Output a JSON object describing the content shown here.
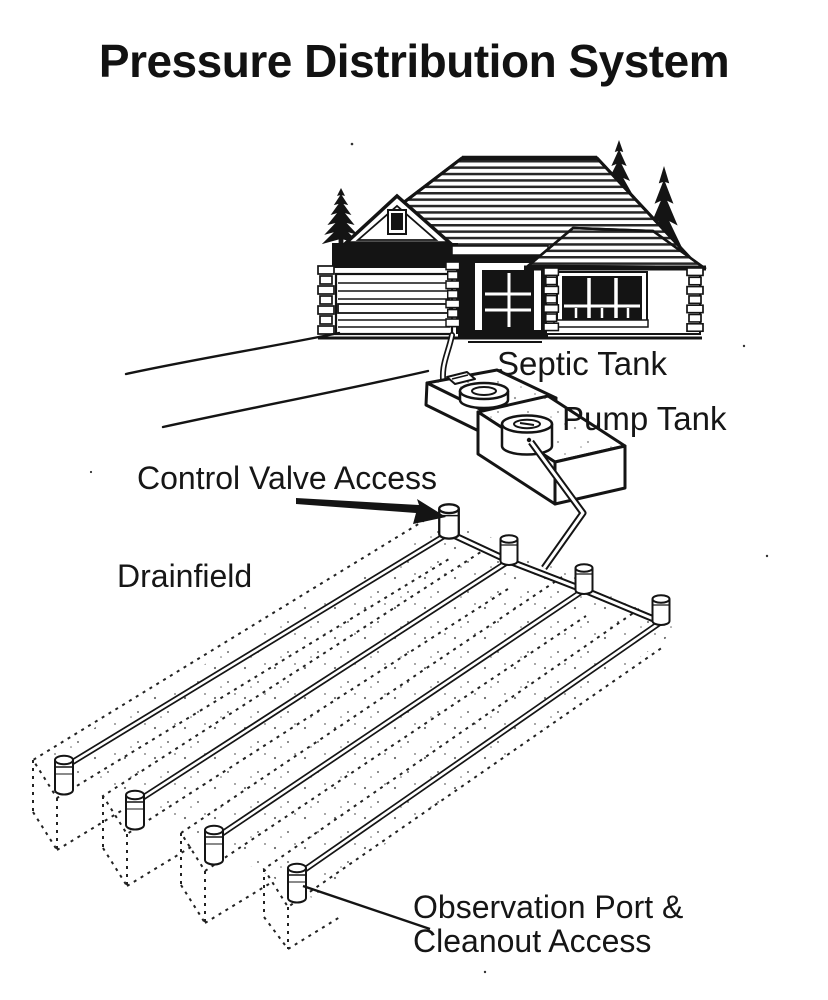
{
  "title": "Pressure Distribution System",
  "labels": {
    "septic_tank": "Septic Tank",
    "pump_tank": "Pump Tank",
    "control_valve_access": "Control Valve Access",
    "drainfield": "Drainfield",
    "observation_port": {
      "line1": "Observation Port &",
      "line2": "Cleanout Access"
    }
  },
  "diagram": {
    "description": "Line-art cutaway of a residential pressure distribution septic system: house connected to septic tank and pump tank, supply pipe to a control valve, manifold feeding four drainfield laterals with observation ports and cleanout access risers.",
    "components": [
      "house",
      "septic-tank",
      "pump-tank",
      "sewer-pipe",
      "supply-pipe",
      "control-valve-access-riser",
      "manifold-pipe",
      "drainfield-lateral",
      "trench-outline",
      "observation-port"
    ],
    "drainfield": {
      "lateral_count": 4,
      "manifold_risers": 4,
      "observation_ports": 4
    },
    "colors": {
      "ink": "#141414",
      "paper": "#ffffff"
    }
  }
}
